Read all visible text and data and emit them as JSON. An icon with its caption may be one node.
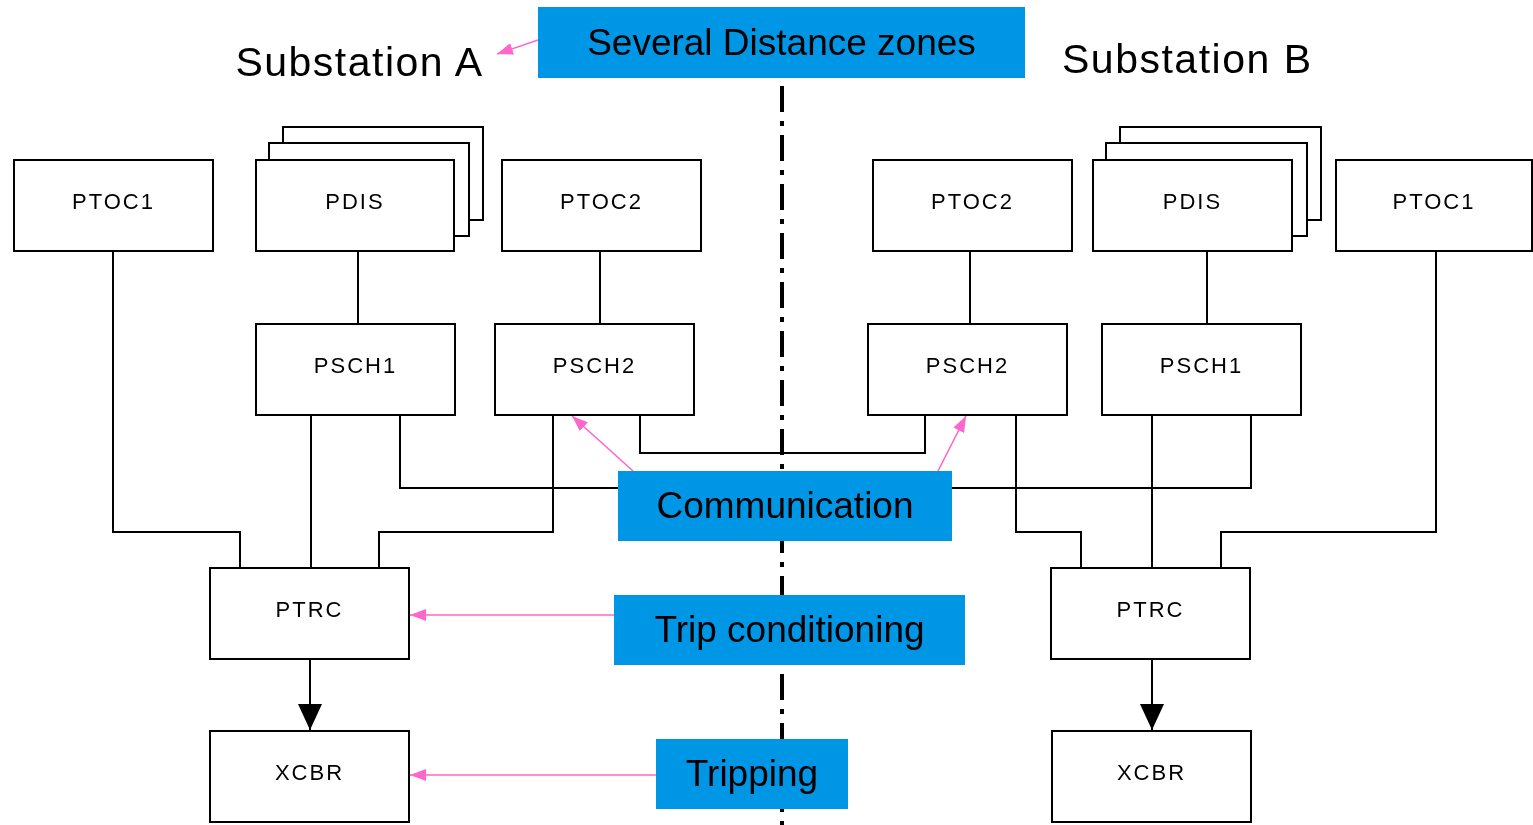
{
  "diagram": {
    "nodes": [
      {
        "text": [
          "Substation A"
        ]
      },
      {
        "text": [
          "Several Distance zones"
        ]
      },
      {
        "text": [
          "PTOC1"
        ]
      },
      {
        "text": [
          "PDIS"
        ]
      },
      {
        "text": [
          "PTOC2"
        ]
      },
      {
        "text": [
          "PTOC2"
        ]
      },
      {
        "text": [
          "PDIS"
        ]
      },
      {
        "text": [
          "PTOC1"
        ]
      },
      {
        "text": [
          "PSCH1"
        ]
      },
      {
        "text": [
          "PSCH2"
        ]
      },
      {
        "text": [
          "PSCH2"
        ]
      },
      {
        "text": [
          "PSCH1"
        ]
      },
      {
        "text": [
          "Communication"
        ]
      },
      {
        "text": [
          "PTRC"
        ]
      },
      {
        "text": [
          "Trip conditioning"
        ]
      },
      {
        "text": [
          "PTRC"
        ]
      },
      {
        "text": [
          "XCBR"
        ]
      },
      {
        "text": [
          "Tripping"
        ]
      },
      {
        "text": [
          "XCBR"
        ]
      }
    ],
    "edges": [
      {
        "from": 1,
        "to": 0,
        "arrow": "to",
        "color": "#ff66cc"
      },
      {
        "from": 3,
        "to": 8,
        "arrow": "none"
      },
      {
        "from": 4,
        "to": 9,
        "arrow": "none"
      },
      {
        "from": 2,
        "to": 13,
        "arrow": "none"
      },
      {
        "from": 8,
        "to": 13,
        "arrow": "none"
      },
      {
        "from": 9,
        "to": 13,
        "arrow": "none"
      },
      {
        "from": 8,
        "to": 12,
        "arrow": "none"
      },
      {
        "from": 12,
        "to": 11,
        "arrow": "none"
      },
      {
        "from": 9,
        "to": 10,
        "arrow": "none"
      },
      {
        "from": 12,
        "to": 9,
        "arrow": "to",
        "color": "#ff66cc"
      },
      {
        "from": 12,
        "to": 10,
        "arrow": "to",
        "color": "#ff66cc"
      },
      {
        "from": 13,
        "to": 16,
        "arrow": "to"
      },
      {
        "from": 14,
        "to": 13,
        "arrow": "to",
        "color": "#ff66cc"
      },
      {
        "from": 5,
        "to": 10,
        "arrow": "none"
      },
      {
        "from": 6,
        "to": 11,
        "arrow": "none"
      },
      {
        "from": 10,
        "to": 15,
        "arrow": "none"
      },
      {
        "from": 11,
        "to": 15,
        "arrow": "none"
      },
      {
        "from": 7,
        "to": 15,
        "arrow": "none"
      },
      {
        "from": 15,
        "to": 18,
        "arrow": "to"
      },
      {
        "from": 17,
        "to": 16,
        "arrow": "to",
        "color": "#ff66cc"
      }
    ],
    "labels": [
      "Substation B"
    ]
  }
}
